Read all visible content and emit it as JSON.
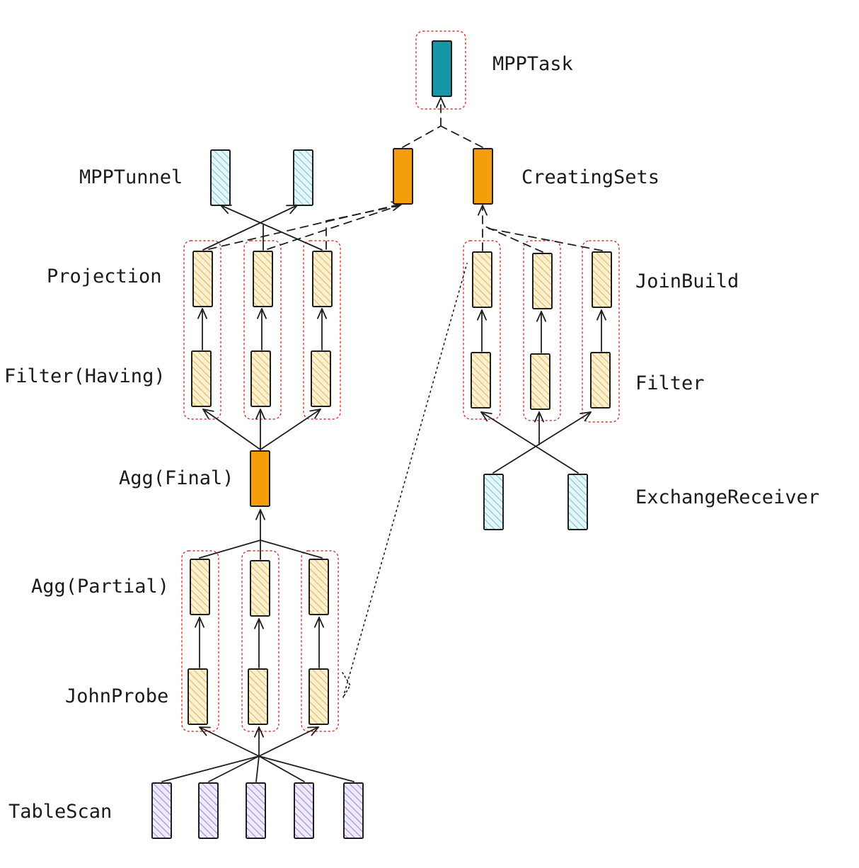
{
  "diagram": {
    "labels": {
      "mpptask": "MPPTask",
      "mpptunnel": "MPPTunnel",
      "creating_sets": "CreatingSets",
      "projection": "Projection",
      "join_build": "JoinBuild",
      "filter_having": "Filter(Having)",
      "filter": "Filter",
      "agg_final": "Agg(Final)",
      "exchange_receiver": "ExchangeReceiver",
      "agg_partial": "Agg(Partial)",
      "john_probe": "JohnProbe",
      "table_scan": "TableScan"
    },
    "colors": {
      "mpptask_fill": "#1597a8",
      "orange_fill": "#f59e0b",
      "yellow_hatch": "#f2d28c",
      "blue_hatch": "#9fd9e2",
      "purple_hatch": "#b9a6ec",
      "group_border": "#e03131",
      "stroke": "#1e1e1e"
    }
  }
}
